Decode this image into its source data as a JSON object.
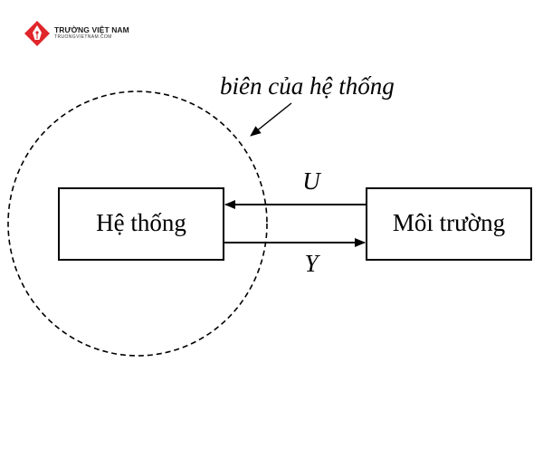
{
  "logo": {
    "name": "TRƯỜNG VIỆT NAM",
    "url": "TRUONGVIETNAM.COM",
    "brand_color": "#e0262b"
  },
  "diagram": {
    "boundary_label": "biên của hệ thống",
    "system_label": "Hệ thống",
    "environment_label": "Môi trường",
    "input_label": "U",
    "output_label": "Y"
  },
  "colors": {
    "line": "#000000",
    "background": "#ffffff"
  }
}
